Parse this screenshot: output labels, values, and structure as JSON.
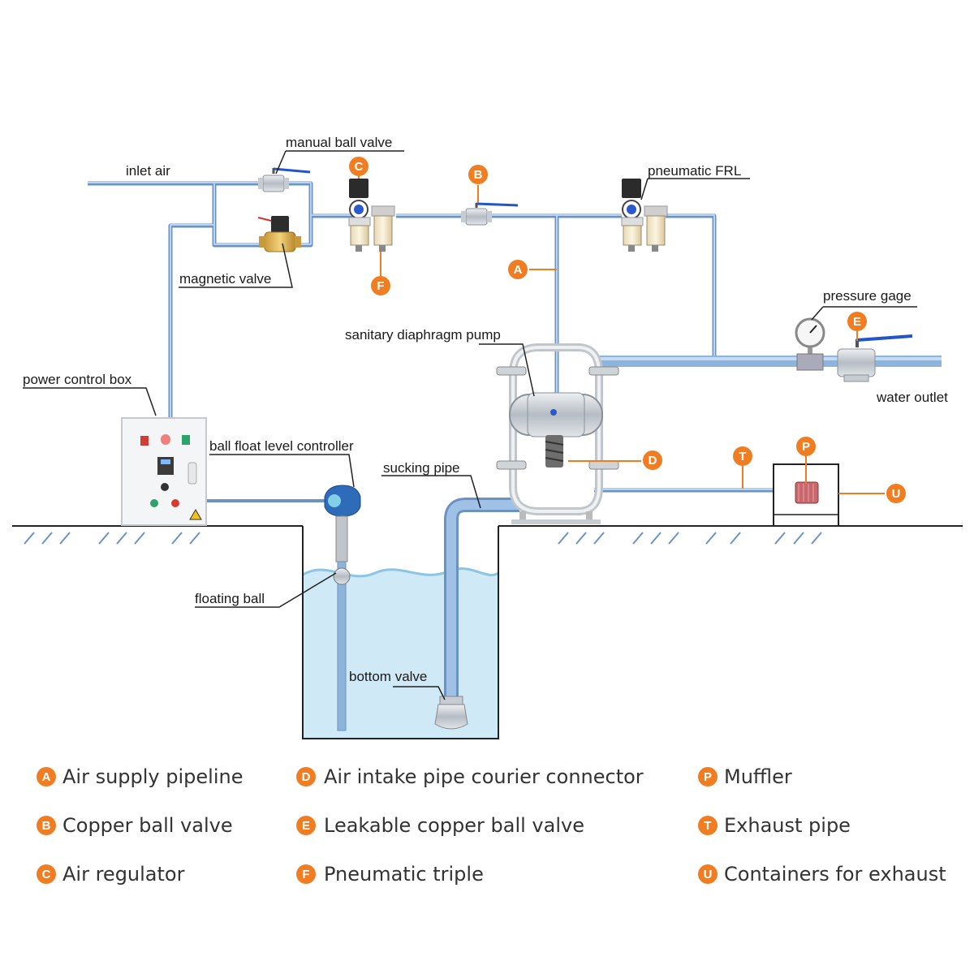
{
  "labels": {
    "inlet_air": "inlet air",
    "manual_ball_valve": "manual ball valve",
    "magnetic_valve": "magnetic valve",
    "pneumatic_frl": "pneumatic FRL",
    "pressure_gage": "pressure gage",
    "water_outlet": "water outlet",
    "sanitary_diaphragm_pump": "sanitary diaphragm pump",
    "power_control_box": "power control box",
    "ball_float_level_controller": "ball float level controller",
    "sucking_pipe": "sucking pipe",
    "floating_ball": "floating ball",
    "bottom_valve": "bottom valve"
  },
  "markers": {
    "a": "A",
    "b": "B",
    "c": "C",
    "d": "D",
    "e": "E",
    "f": "F",
    "p": "P",
    "t": "T",
    "u": "U"
  },
  "legend": {
    "col1": [
      {
        "letter": "A",
        "text": "Air supply pipeline"
      },
      {
        "letter": "B",
        "text": "Copper ball valve"
      },
      {
        "letter": "C",
        "text": "Air regulator"
      }
    ],
    "col2": [
      {
        "letter": "D",
        "text": "Air intake pipe courier connector"
      },
      {
        "letter": "E",
        "text": "Leakable copper ball valve"
      },
      {
        "letter": "F",
        "text": "Pneumatic triple"
      }
    ],
    "col3": [
      {
        "letter": "P",
        "text": "Muffler"
      },
      {
        "letter": "T",
        "text": "Exhaust pipe"
      },
      {
        "letter": "U",
        "text": "Containers for exhaust"
      }
    ]
  },
  "colors": {
    "pipe": "#8fb4dc",
    "pipe_dark": "#6a93c4",
    "water": "#cfe9f7",
    "marker": "#f07d22",
    "valve_handle": "#2255cc"
  }
}
